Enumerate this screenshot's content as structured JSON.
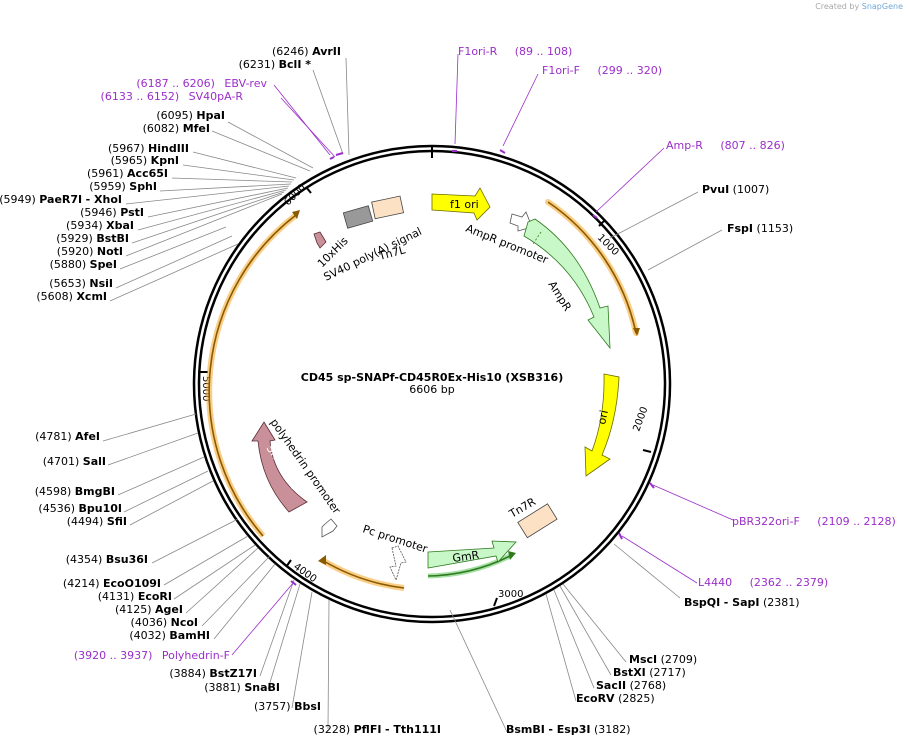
{
  "credit": {
    "prefix": "Created by",
    "brand": "SnapGene"
  },
  "plasmid": {
    "name": "CD45 sp-SNAPf-CD45R0Ex-His10 (XSB316)",
    "size_label": "6606 bp"
  },
  "ticks": [
    "1000",
    "2000",
    "3000",
    "4000",
    "5000",
    "6000"
  ],
  "colors": {
    "primer": "#9b2ec9",
    "feature_orange": "#f5a623",
    "ampr": "#c8f7c8",
    "ori": "#ffff00",
    "f1ori": "#ffff00",
    "snap": "#c9909a",
    "his": "#c9909a",
    "tn7": "#fde1c4",
    "sv40": "#999999"
  },
  "enzymes": [
    {
      "id": "avrii",
      "pos": "(6246)",
      "name": "AvrII"
    },
    {
      "id": "bcli",
      "pos": "(6231)",
      "name": "BclI *"
    },
    {
      "id": "hpai",
      "pos": "(6095)",
      "name": "HpaI"
    },
    {
      "id": "mfei",
      "pos": "(6082)",
      "name": "MfeI"
    },
    {
      "id": "hindiii",
      "pos": "(5967)",
      "name": "HindIII"
    },
    {
      "id": "kpni",
      "pos": "(5965)",
      "name": "KpnI"
    },
    {
      "id": "acc65i",
      "pos": "(5961)",
      "name": "Acc65I"
    },
    {
      "id": "sphi",
      "pos": "(5959)",
      "name": "SphI"
    },
    {
      "id": "paer7i",
      "pos": "(5949)",
      "name": "PaeR7I",
      "suffix": "- XhoI"
    },
    {
      "id": "psti",
      "pos": "(5946)",
      "name": "PstI"
    },
    {
      "id": "xbai",
      "pos": "(5934)",
      "name": "XbaI"
    },
    {
      "id": "bstbi",
      "pos": "(5929)",
      "name": "BstBI"
    },
    {
      "id": "noti",
      "pos": "(5920)",
      "name": "NotI"
    },
    {
      "id": "spei",
      "pos": "(5880)",
      "name": "SpeI"
    },
    {
      "id": "nsii",
      "pos": "(5653)",
      "name": "NsiI"
    },
    {
      "id": "xcmi",
      "pos": "(5608)",
      "name": "XcmI"
    },
    {
      "id": "afei",
      "pos": "(4781)",
      "name": "AfeI"
    },
    {
      "id": "sali",
      "pos": "(4701)",
      "name": "SalI"
    },
    {
      "id": "bmgbi",
      "pos": "(4598)",
      "name": "BmgBI"
    },
    {
      "id": "bpu10i",
      "pos": "(4536)",
      "name": "Bpu10I"
    },
    {
      "id": "sfii",
      "pos": "(4494)",
      "name": "SfiI"
    },
    {
      "id": "bsu36i",
      "pos": "(4354)",
      "name": "Bsu36I"
    },
    {
      "id": "ecoo109i",
      "pos": "(4214)",
      "name": "EcoO109I"
    },
    {
      "id": "ecori",
      "pos": "(4131)",
      "name": "EcoRI"
    },
    {
      "id": "agei",
      "pos": "(4125)",
      "name": "AgeI"
    },
    {
      "id": "ncoi",
      "pos": "(4036)",
      "name": "NcoI"
    },
    {
      "id": "bamhi",
      "pos": "(4032)",
      "name": "BamHI"
    },
    {
      "id": "bstz17i",
      "pos": "(3884)",
      "name": "BstZ17I"
    },
    {
      "id": "snabi",
      "pos": "(3881)",
      "name": "SnaBI"
    },
    {
      "id": "bbsi",
      "pos": "(3757)",
      "name": "BbsI"
    },
    {
      "id": "pflfi",
      "pos": "(3228)",
      "name": "PflFI",
      "suffix": "- Tth111I"
    },
    {
      "id": "pvui",
      "pos": "(1007)",
      "name": "PvuI"
    },
    {
      "id": "fspi",
      "pos": "(1153)",
      "name": "FspI"
    },
    {
      "id": "bspqi",
      "pos": "(2381)",
      "name": "BspQI",
      "suffix": "- SapI"
    },
    {
      "id": "msci",
      "pos": "(2709)",
      "name": "MscI"
    },
    {
      "id": "bstxi",
      "pos": "(2717)",
      "name": "BstXI"
    },
    {
      "id": "sacii",
      "pos": "(2768)",
      "name": "SacII"
    },
    {
      "id": "ecorv",
      "pos": "(2825)",
      "name": "EcoRV"
    },
    {
      "id": "bsmbi",
      "pos": "(3182)",
      "name": "BsmBI",
      "suffix": "- Esp3I"
    }
  ],
  "primers": [
    {
      "id": "f1ori-r",
      "name": "F1ori-R",
      "range": "(89 .. 108)"
    },
    {
      "id": "f1ori-f",
      "name": "F1ori-F",
      "range": "(299 .. 320)"
    },
    {
      "id": "amp-r",
      "name": "Amp-R",
      "range": "(807 .. 826)"
    },
    {
      "id": "pbr322ori-f",
      "name": "pBR322ori-F",
      "range": "(2109 .. 2128)"
    },
    {
      "id": "l4440",
      "name": "L4440",
      "range": "(2362 .. 2379)"
    },
    {
      "id": "polyhedrin-f",
      "name": "Polyhedrin-F",
      "range": "(3920 .. 3937)"
    },
    {
      "id": "ebv-rev",
      "name": "EBV-rev",
      "range": "(6187 .. 6206)"
    },
    {
      "id": "sv40pa-r",
      "name": "SV40pA-R",
      "range": "(6133 .. 6152)"
    }
  ],
  "features": [
    {
      "id": "f1-ori",
      "label": "f1 ori"
    },
    {
      "id": "ampr-promoter",
      "label": "AmpR promoter"
    },
    {
      "id": "ampr",
      "label": "AmpR"
    },
    {
      "id": "ori",
      "label": "ori"
    },
    {
      "id": "tn7r",
      "label": "Tn7R"
    },
    {
      "id": "gmr",
      "label": "GmR"
    },
    {
      "id": "pc-promoter",
      "label": "Pc promoter"
    },
    {
      "id": "polyhedrin-promoter",
      "label": "polyhedrin promoter"
    },
    {
      "id": "snap-tag",
      "label": "SNAP-tag®"
    },
    {
      "id": "10xhis",
      "label": "10xHis"
    },
    {
      "id": "sv40-polya",
      "label": "SV40 poly(A) signal"
    },
    {
      "id": "tn7l",
      "label": "Tn7L"
    }
  ]
}
